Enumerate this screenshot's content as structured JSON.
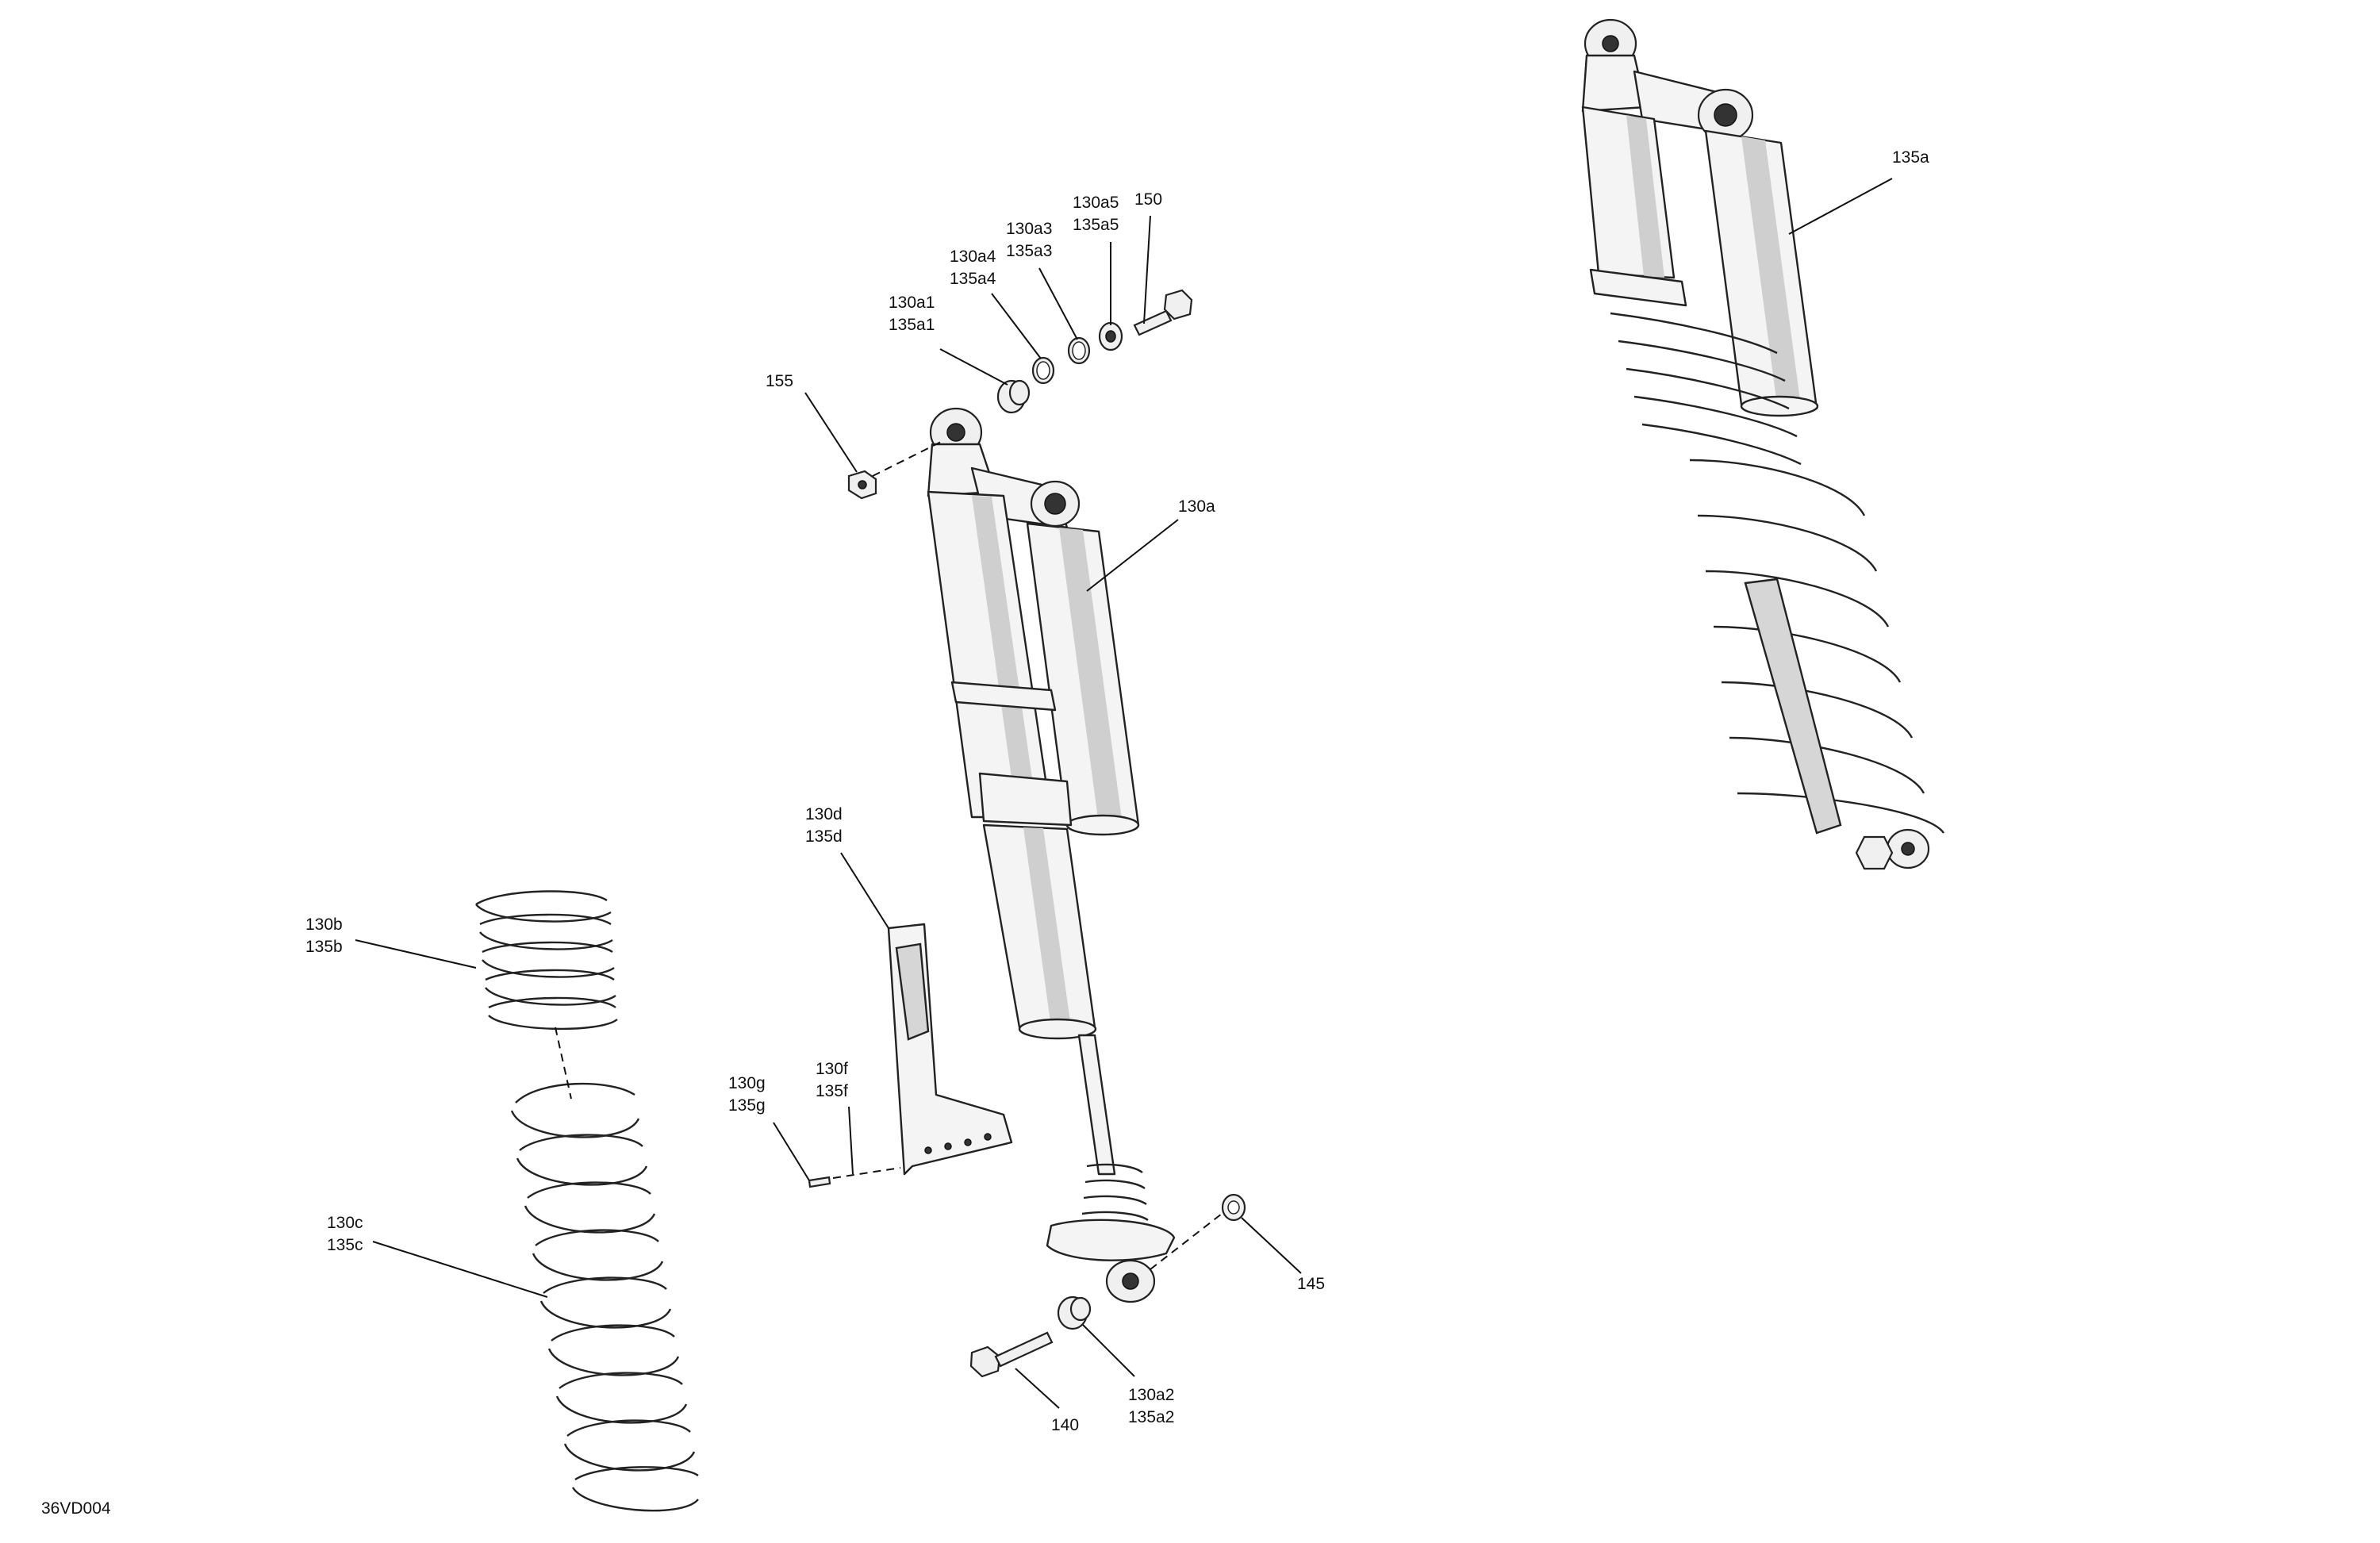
{
  "diagram_code": "36VD004",
  "callouts": [
    {
      "id": "c150",
      "lines": [
        "150"
      ]
    },
    {
      "id": "c130a5",
      "lines": [
        "130a5",
        "135a5"
      ]
    },
    {
      "id": "c130a3",
      "lines": [
        "130a3",
        "135a3"
      ]
    },
    {
      "id": "c130a4",
      "lines": [
        "130a4",
        "135a4"
      ]
    },
    {
      "id": "c130a1",
      "lines": [
        "130a1",
        "135a1"
      ]
    },
    {
      "id": "c155",
      "lines": [
        "155"
      ]
    },
    {
      "id": "c130a",
      "lines": [
        "130a"
      ]
    },
    {
      "id": "c135a",
      "lines": [
        "135a"
      ]
    },
    {
      "id": "c130d",
      "lines": [
        "130d",
        "135d"
      ]
    },
    {
      "id": "c130b",
      "lines": [
        "130b",
        "135b"
      ]
    },
    {
      "id": "c130f",
      "lines": [
        "130f",
        "135f"
      ]
    },
    {
      "id": "c130g",
      "lines": [
        "130g",
        "135g"
      ]
    },
    {
      "id": "c130c",
      "lines": [
        "130c",
        "135c"
      ]
    },
    {
      "id": "c145",
      "lines": [
        "145"
      ]
    },
    {
      "id": "c140",
      "lines": [
        "140"
      ]
    },
    {
      "id": "c130a2",
      "lines": [
        "130a2",
        "135a2"
      ]
    }
  ]
}
